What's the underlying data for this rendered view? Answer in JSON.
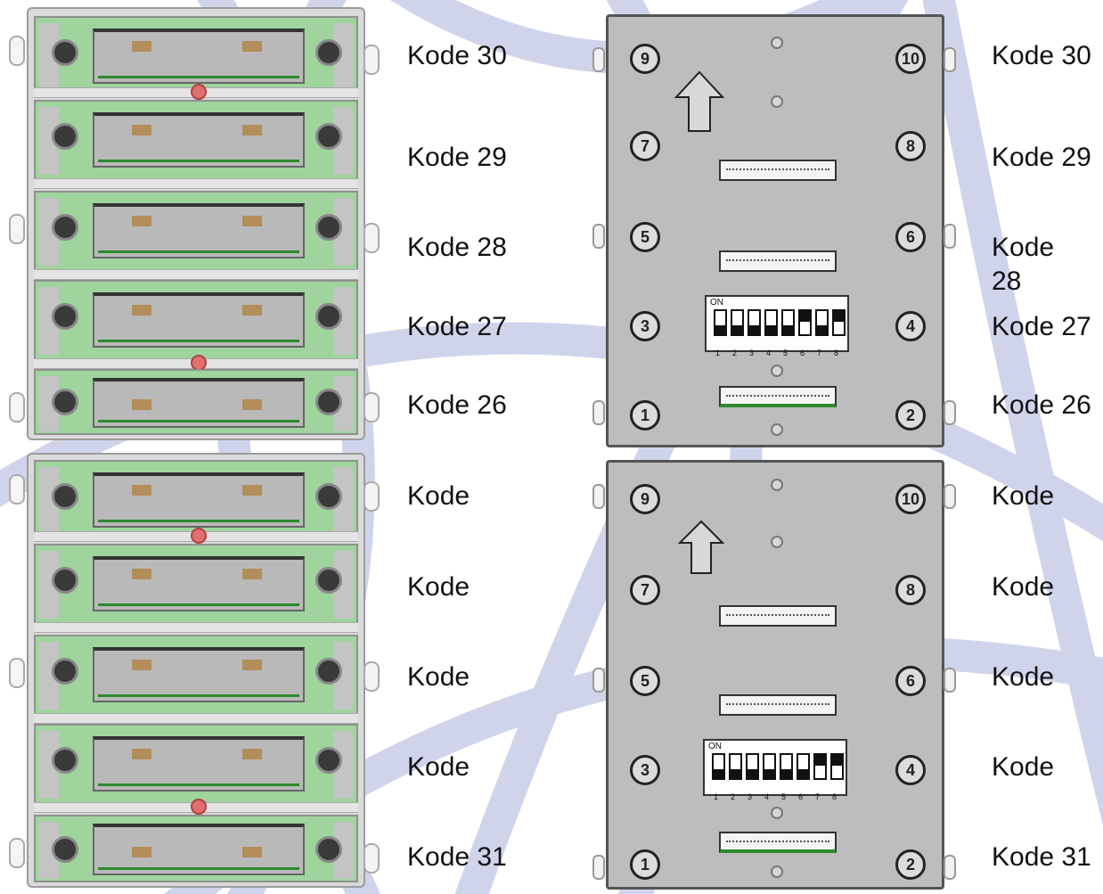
{
  "colors": {
    "watermark": "#c8cde8",
    "module_green": "#9fd49d",
    "panel_grey": "#bdbdbd",
    "label_text": "#111111"
  },
  "left_labels": [
    "Kode 30",
    "Kode 29",
    "Kode 28",
    "Kode 27",
    "Kode 26",
    "Kode",
    "Kode",
    "Kode",
    "Kode",
    "Kode 31"
  ],
  "right_labels": [
    "Kode 30",
    "Kode 29",
    "Kode 28",
    "Kode 27",
    "Kode 26",
    "Kode",
    "Kode",
    "Kode",
    "Kode",
    "Kode 31"
  ],
  "panel_numbers": [
    "9",
    "10",
    "7",
    "8",
    "5",
    "6",
    "3",
    "4",
    "1",
    "2"
  ],
  "dip": {
    "on_text": "ON",
    "switch_numbers": [
      "1",
      "2",
      "3",
      "4",
      "5",
      "6",
      "7",
      "8"
    ],
    "upper_switch_states": [
      "off",
      "off",
      "off",
      "off",
      "off",
      "on",
      "off",
      "on"
    ],
    "lower_switch_states": [
      "off",
      "off",
      "off",
      "off",
      "off",
      "off",
      "on",
      "on"
    ]
  },
  "icons": {
    "arrow": "up-arrow-icon",
    "screw": "screw-icon",
    "connector": "connector-icon",
    "dip_switch": "dip-switch-icon",
    "watermark": "globe-watermark-icon"
  }
}
